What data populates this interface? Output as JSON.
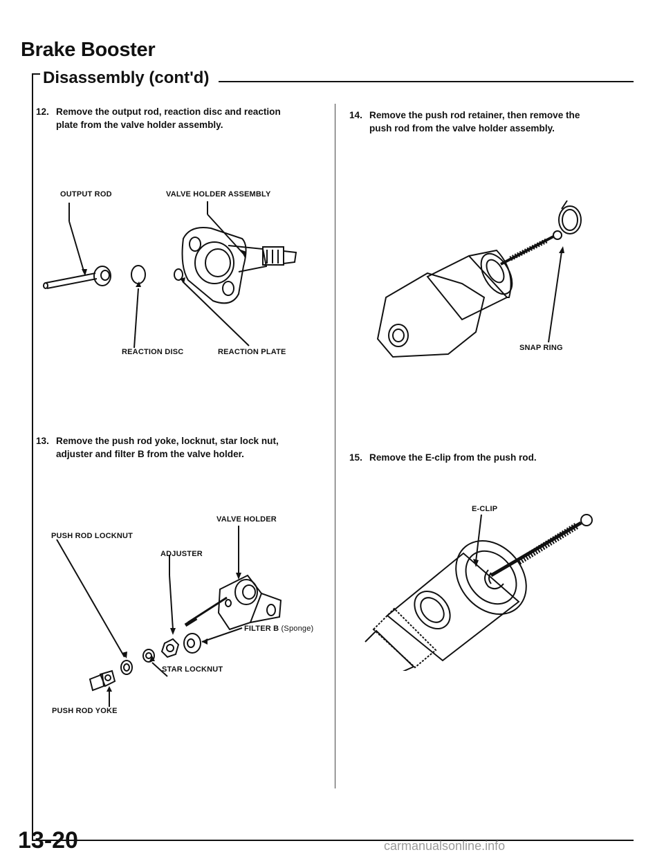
{
  "header": {
    "title": "Brake Booster",
    "subtitle": "Disassembly (cont'd)"
  },
  "steps": [
    {
      "num": "12.",
      "lines": [
        "Remove the output rod, reaction disc and reaction",
        "plate from the valve holder assembly."
      ]
    },
    {
      "num": "13.",
      "lines": [
        "Remove the push rod yoke, locknut, star lock nut,",
        "adjuster and filter B from the valve holder."
      ]
    },
    {
      "num": "14.",
      "lines": [
        "Remove the push rod retainer, then remove the",
        "push rod from the valve holder assembly."
      ]
    },
    {
      "num": "15.",
      "lines": [
        "Remove the E-clip from the push rod."
      ]
    }
  ],
  "figure1_labels": {
    "output_rod": "OUTPUT ROD",
    "valve_holder_assembly": "VALVE HOLDER ASSEMBLY",
    "reaction_disc": "REACTION DISC",
    "reaction_plate": "REACTION PLATE"
  },
  "figure2_labels": {
    "valve_holder": "VALVE HOLDER",
    "push_rod_locknut": "PUSH ROD LOCKNUT",
    "adjuster": "ADJUSTER",
    "filter_b": "FILTER B",
    "filter_b_note": "(Sponge)",
    "star_locknut": "STAR LOCKNUT",
    "push_rod_yoke": "PUSH ROD YOKE"
  },
  "figure3_labels": {
    "snap_ring": "SNAP RING"
  },
  "figure4_labels": {
    "e_clip": "E-CLIP"
  },
  "footer": {
    "page_number": "13-20",
    "watermark": "carmanualsonline.info"
  }
}
